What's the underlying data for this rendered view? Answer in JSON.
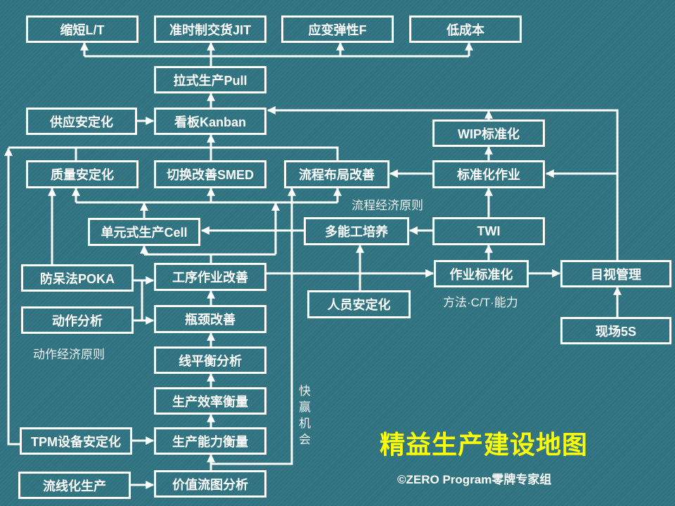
{
  "boxes": {
    "lt": "缩短L/T",
    "jit": "准时制交货JIT",
    "flex": "应变弹性F",
    "lowcost": "低成本",
    "pull": "拉式生产Pull",
    "supply": "供应安定化",
    "kanban": "看板Kanban",
    "wip": "WIP标准化",
    "quality": "质量安定化",
    "smed": "切换改善SMED",
    "layout": "流程布局改善",
    "stdwork": "标准化作业",
    "cell": "单元式生产Cell",
    "multiskill": "多能工培养",
    "twi": "TWI",
    "poka": "防呆法POKA",
    "process": "工序作业改善",
    "opstd": "作业标准化",
    "visual": "目视管理",
    "motion": "动作分析",
    "bottleneck": "瓶颈改善",
    "staff": "人员安定化",
    "fives": "现场5S",
    "linebal": "线平衡分析",
    "efficiency": "生产效率衡量",
    "tpm": "TPM设备安定化",
    "capacity": "生产能力衡量",
    "flowline": "流线化生产",
    "vsm": "价值流图分析"
  },
  "notes": {
    "flow_principle": "流程经济原则",
    "method": "方法·C/T·能力",
    "motion_principle": "动作经济原则",
    "quick_win": "快赢机会"
  },
  "title": "精益生产建设地图",
  "copyright": "©ZERO Program零牌专家组",
  "colors": {
    "background": "#2f7280",
    "title": "#ffff00",
    "line": "#ffffff"
  }
}
